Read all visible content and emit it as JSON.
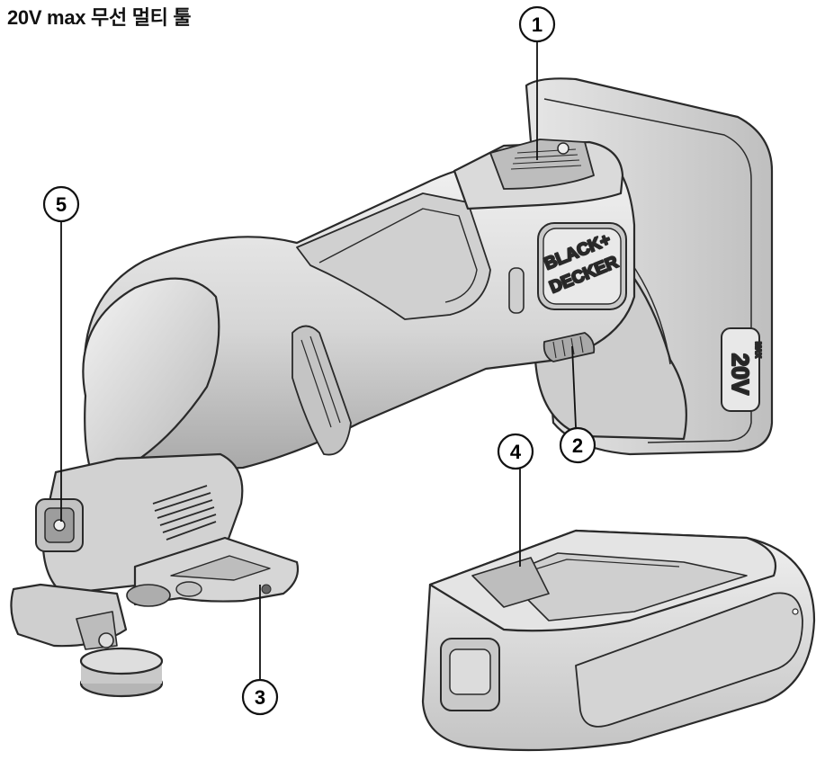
{
  "title": "20V max 무선 멀티 툴",
  "brand_logo": {
    "line1": "BLACK+",
    "line2": "DECKER"
  },
  "battery_badge": {
    "voltage": "20V",
    "small": "MAX"
  },
  "callouts": [
    {
      "number": "1"
    },
    {
      "number": "2"
    },
    {
      "number": "3"
    },
    {
      "number": "4"
    },
    {
      "number": "5"
    }
  ],
  "colors": {
    "body": "#d9d9d9",
    "body_dark": "#9a9a9a",
    "outline": "#2a2a2a",
    "line": "#111111"
  }
}
